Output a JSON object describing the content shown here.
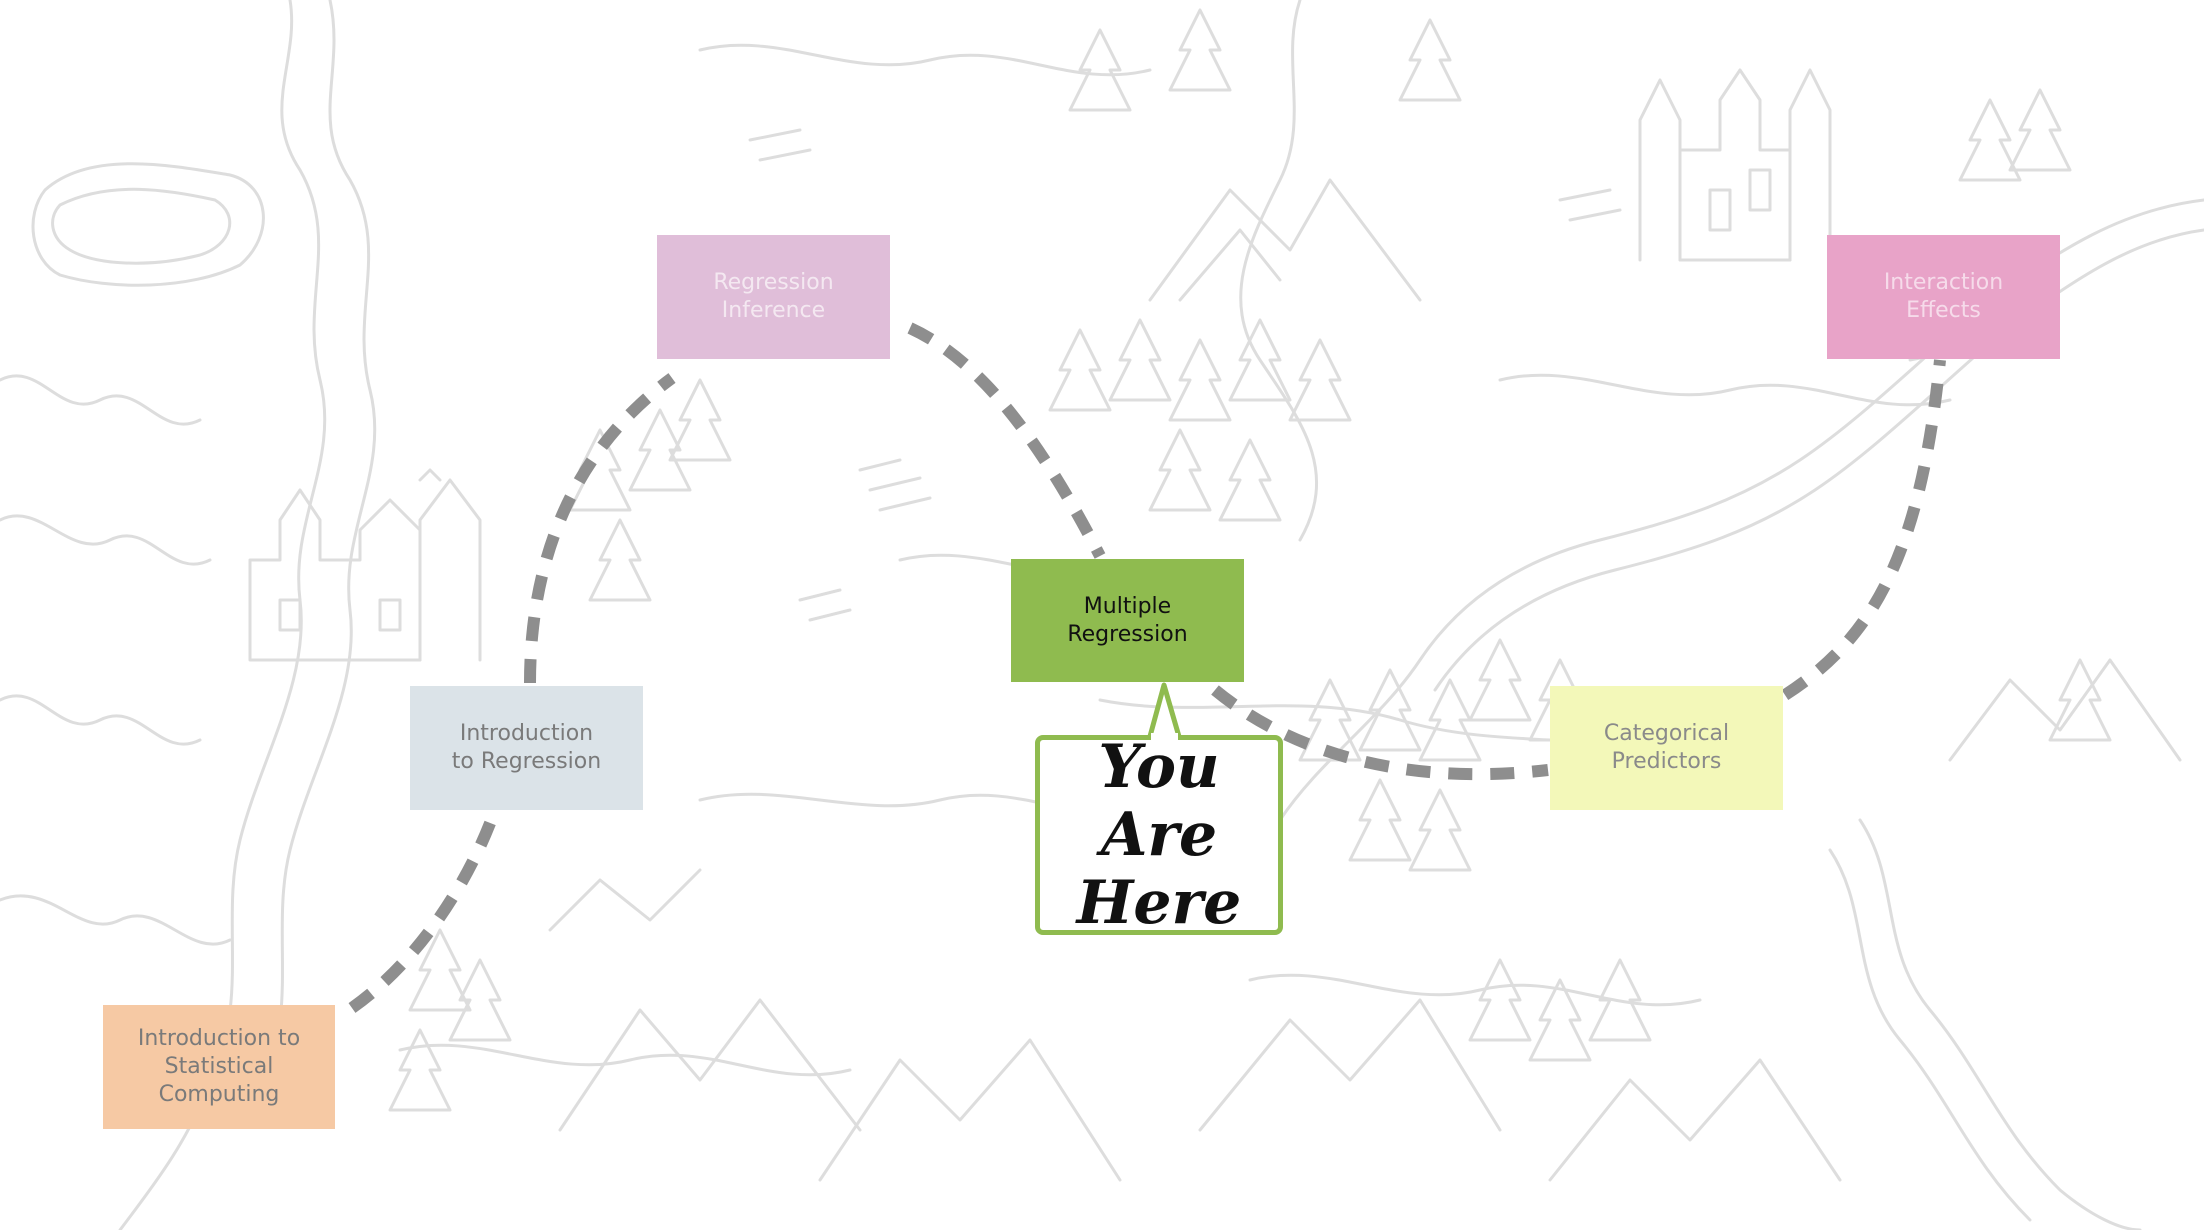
{
  "colors": {
    "map_line": "#dddddd",
    "path": "#8e8e8e",
    "callout_border": "#8fbb4f"
  },
  "nodes": [
    {
      "id": "intro-statistical-computing",
      "label": "Introduction to\nStatistical\nComputing",
      "fill": "#f6c9a4",
      "text_color": "#7a7a7a"
    },
    {
      "id": "intro-regression",
      "label": "Introduction\nto Regression",
      "fill": "#dbe3e8",
      "text_color": "#7a7a7a"
    },
    {
      "id": "regression-inference",
      "label": "Regression\nInference",
      "fill": "#e0bed9",
      "text_color": "#f4e8f1"
    },
    {
      "id": "multiple-regression",
      "label": "Multiple\nRegression",
      "fill": "#8fbb4f",
      "text_color": "#111111"
    },
    {
      "id": "categorical-predictors",
      "label": "Categorical\nPredictors",
      "fill": "#f3f8b9",
      "text_color": "#8a8a8a"
    },
    {
      "id": "interaction-effects",
      "label": "Interaction\nEffects",
      "fill": "#e8a3c8",
      "text_color": "#f6dbea"
    }
  ],
  "callout": {
    "text": "You Are\nHere",
    "points_to": "multiple-regression"
  },
  "icons": {
    "castle-left": "castle-icon",
    "castle-right": "castle-icon",
    "forest": "tree-icon",
    "mountains": "mountain-icon"
  }
}
